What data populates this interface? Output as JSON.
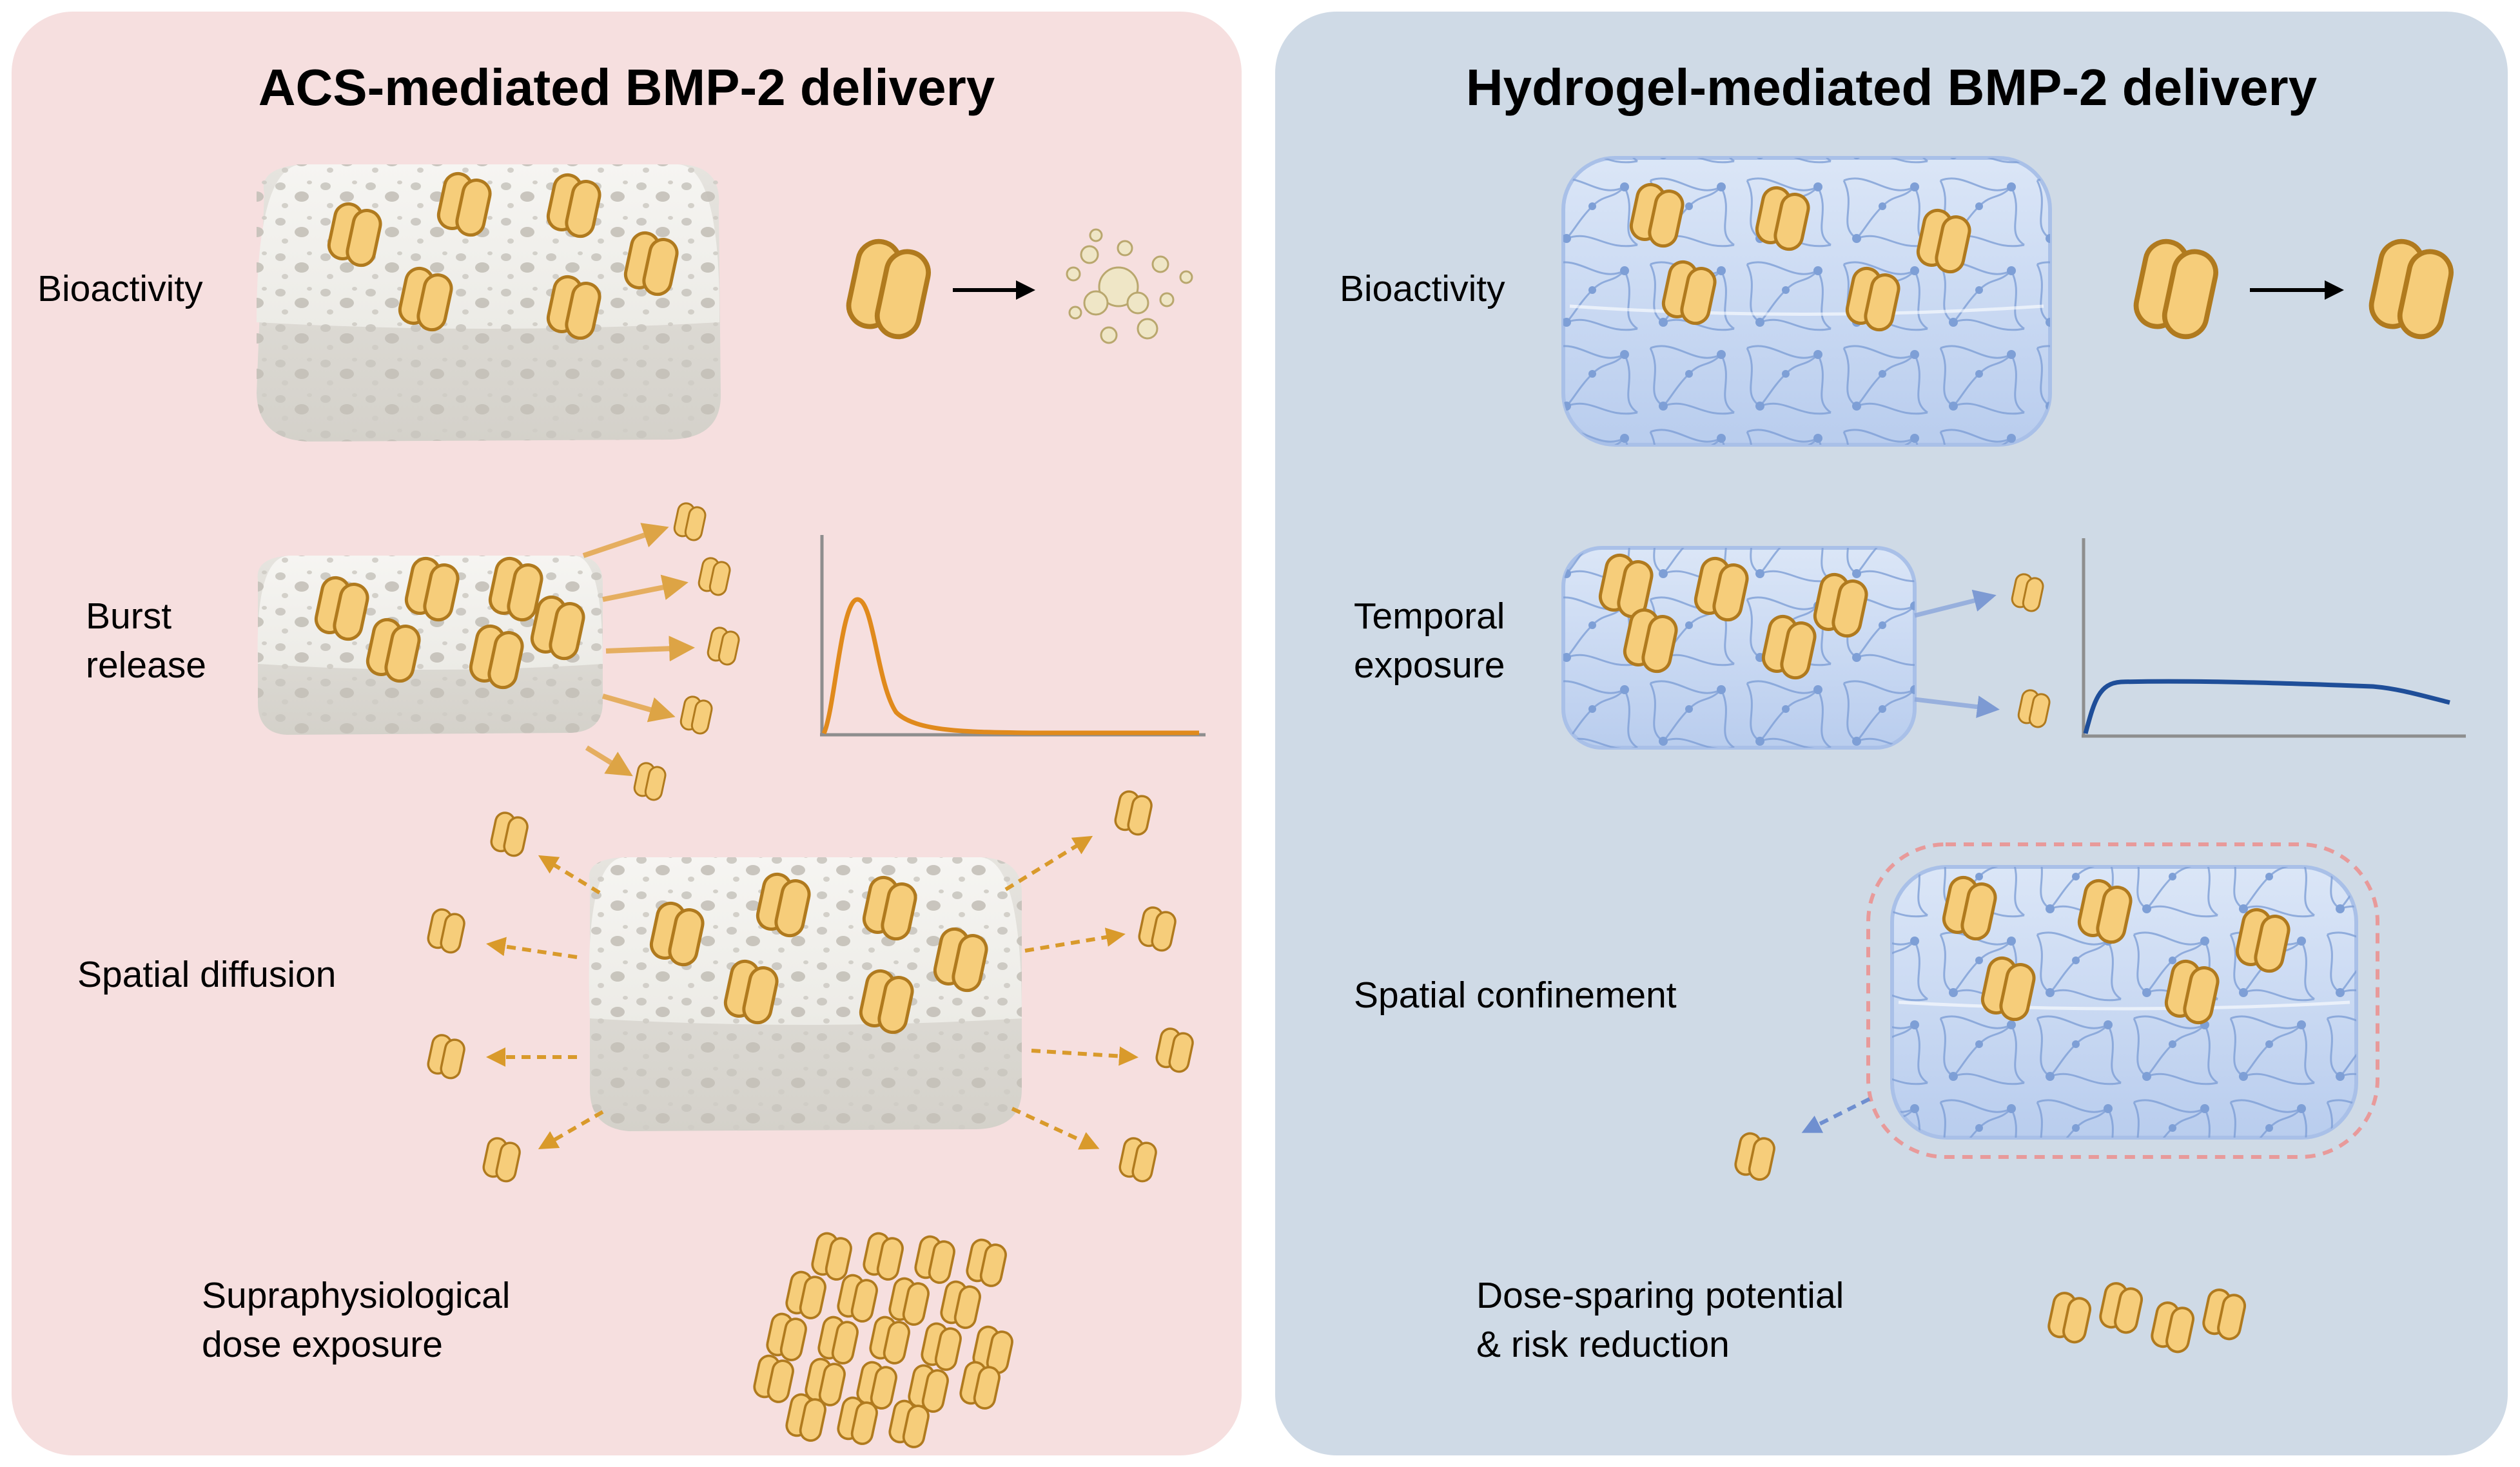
{
  "left_panel": {
    "title": "ACS-mediated BMP-2 delivery",
    "rows": [
      {
        "line1": "Bioactivity",
        "line2": ""
      },
      {
        "line1": "Burst",
        "line2": "release"
      },
      {
        "line1": "Spatial diffusion",
        "line2": ""
      },
      {
        "line1": "Supraphysiological",
        "line2": "dose exposure"
      }
    ]
  },
  "right_panel": {
    "title": "Hydrogel-mediated BMP-2 delivery",
    "rows": [
      {
        "line1": "Bioactivity",
        "line2": ""
      },
      {
        "line1": "Temporal",
        "line2": "exposure"
      },
      {
        "line1": "Spatial confinement",
        "line2": ""
      },
      {
        "line1": "Dose-sparing potential",
        "line2": "& risk reduction"
      }
    ]
  },
  "colors": {
    "left_bg": "#f6dfdf",
    "right_bg": "#cfdae6",
    "protein_fill": "#f6cd7a",
    "protein_stroke": "#b07a1e",
    "burst_curve": "#e08a1c",
    "temporal_curve": "#1f4e99",
    "confinement_outline": "#e89a9a"
  },
  "icons": [
    "bmp2-protein-icon",
    "acs-sponge-icon",
    "hydrogel-block-icon",
    "degraded-protein-icon",
    "arrow-icon"
  ]
}
